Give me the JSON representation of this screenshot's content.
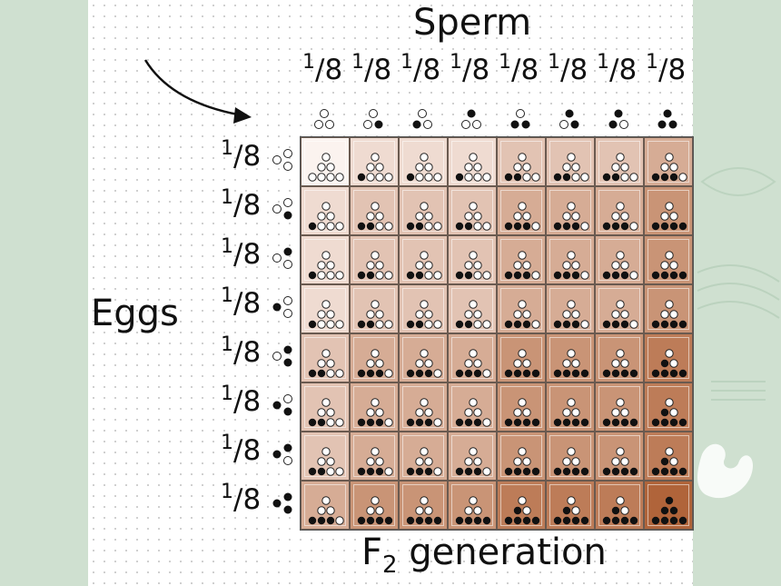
{
  "titles": {
    "sperm": "Sperm",
    "eggs": "Eggs",
    "generation_prefix": "F",
    "generation_sub": "2",
    "generation_suffix": " generation"
  },
  "fraction": {
    "numerator": "1",
    "denominator": "8"
  },
  "gametes": [
    "ooo",
    "oo●",
    "o●o",
    "●oo",
    "o●●",
    "●o●",
    "●●o",
    "●●●"
  ],
  "colors": {
    "background": "#cfe0d0",
    "filled_dot": "#111111",
    "empty_dot": "#ffffff",
    "cell_light": "#fbf3ef",
    "cell_dark": "#b0643a"
  }
}
